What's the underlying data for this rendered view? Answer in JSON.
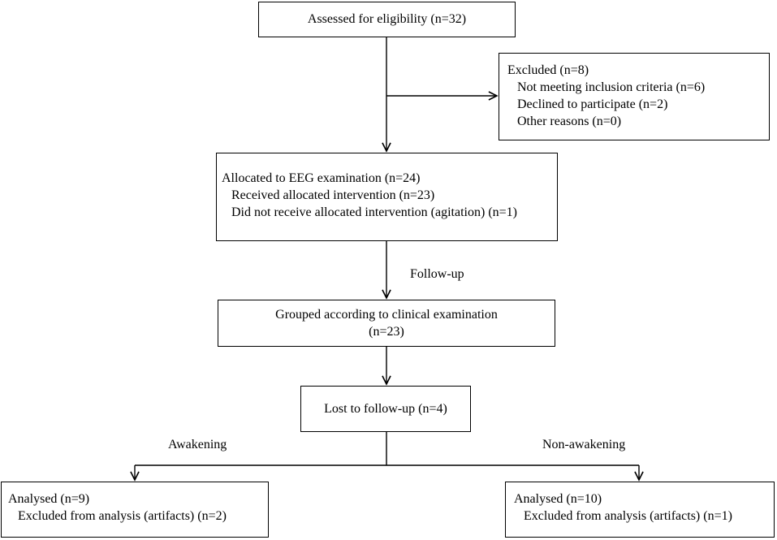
{
  "boxes": {
    "assessed": {
      "title": "Assessed for eligibility (n=32)"
    },
    "excluded": {
      "title": "Excluded (n=8)",
      "items": [
        "Not meeting inclusion criteria (n=6)",
        "Declined to participate (n=2)",
        "Other reasons (n=0)"
      ]
    },
    "allocated": {
      "title": "Allocated to EEG examination (n=24)",
      "items": [
        "Received allocated intervention (n=23)",
        "Did not receive allocated intervention (agitation) (n=1)"
      ]
    },
    "grouped": {
      "title": "Grouped according to clinical examination",
      "count": "(n=23)"
    },
    "lost": {
      "title": "Lost to follow-up (n=4)"
    },
    "analysed_awakening": {
      "title": "Analysed (n=9)",
      "items": [
        "Excluded from analysis (artifacts) (n=2)"
      ]
    },
    "analysed_non_awakening": {
      "title": "Analysed (n=10)",
      "items": [
        "Excluded from analysis (artifacts) (n=1)"
      ]
    }
  },
  "labels": {
    "follow_up": "Follow-up",
    "awakening": "Awakening",
    "non_awakening": "Non-awakening"
  }
}
